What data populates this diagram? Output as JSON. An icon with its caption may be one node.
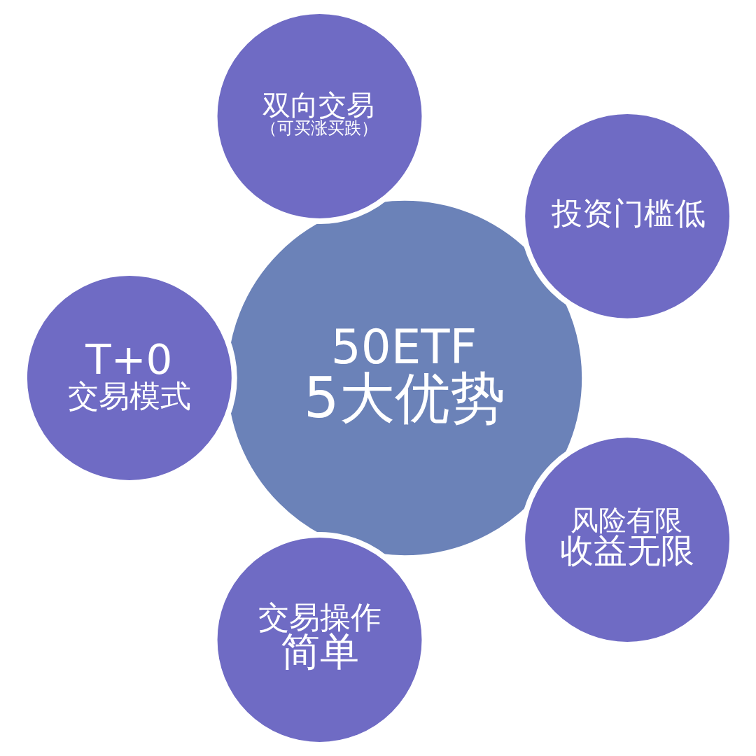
{
  "diagram": {
    "nodes": [
      {
        "text": [
          "50ETF",
          "5大优势"
        ]
      },
      {
        "text": [
          "投资门槛低"
        ]
      },
      {
        "text": [
          "双向交易",
          "（可买涨买跌）"
        ]
      },
      {
        "text": [
          "T+0",
          "交易模式"
        ]
      },
      {
        "text": [
          "交易操作",
          "简单"
        ]
      },
      {
        "text": [
          "风险有限",
          "收益无限"
        ]
      }
    ]
  }
}
